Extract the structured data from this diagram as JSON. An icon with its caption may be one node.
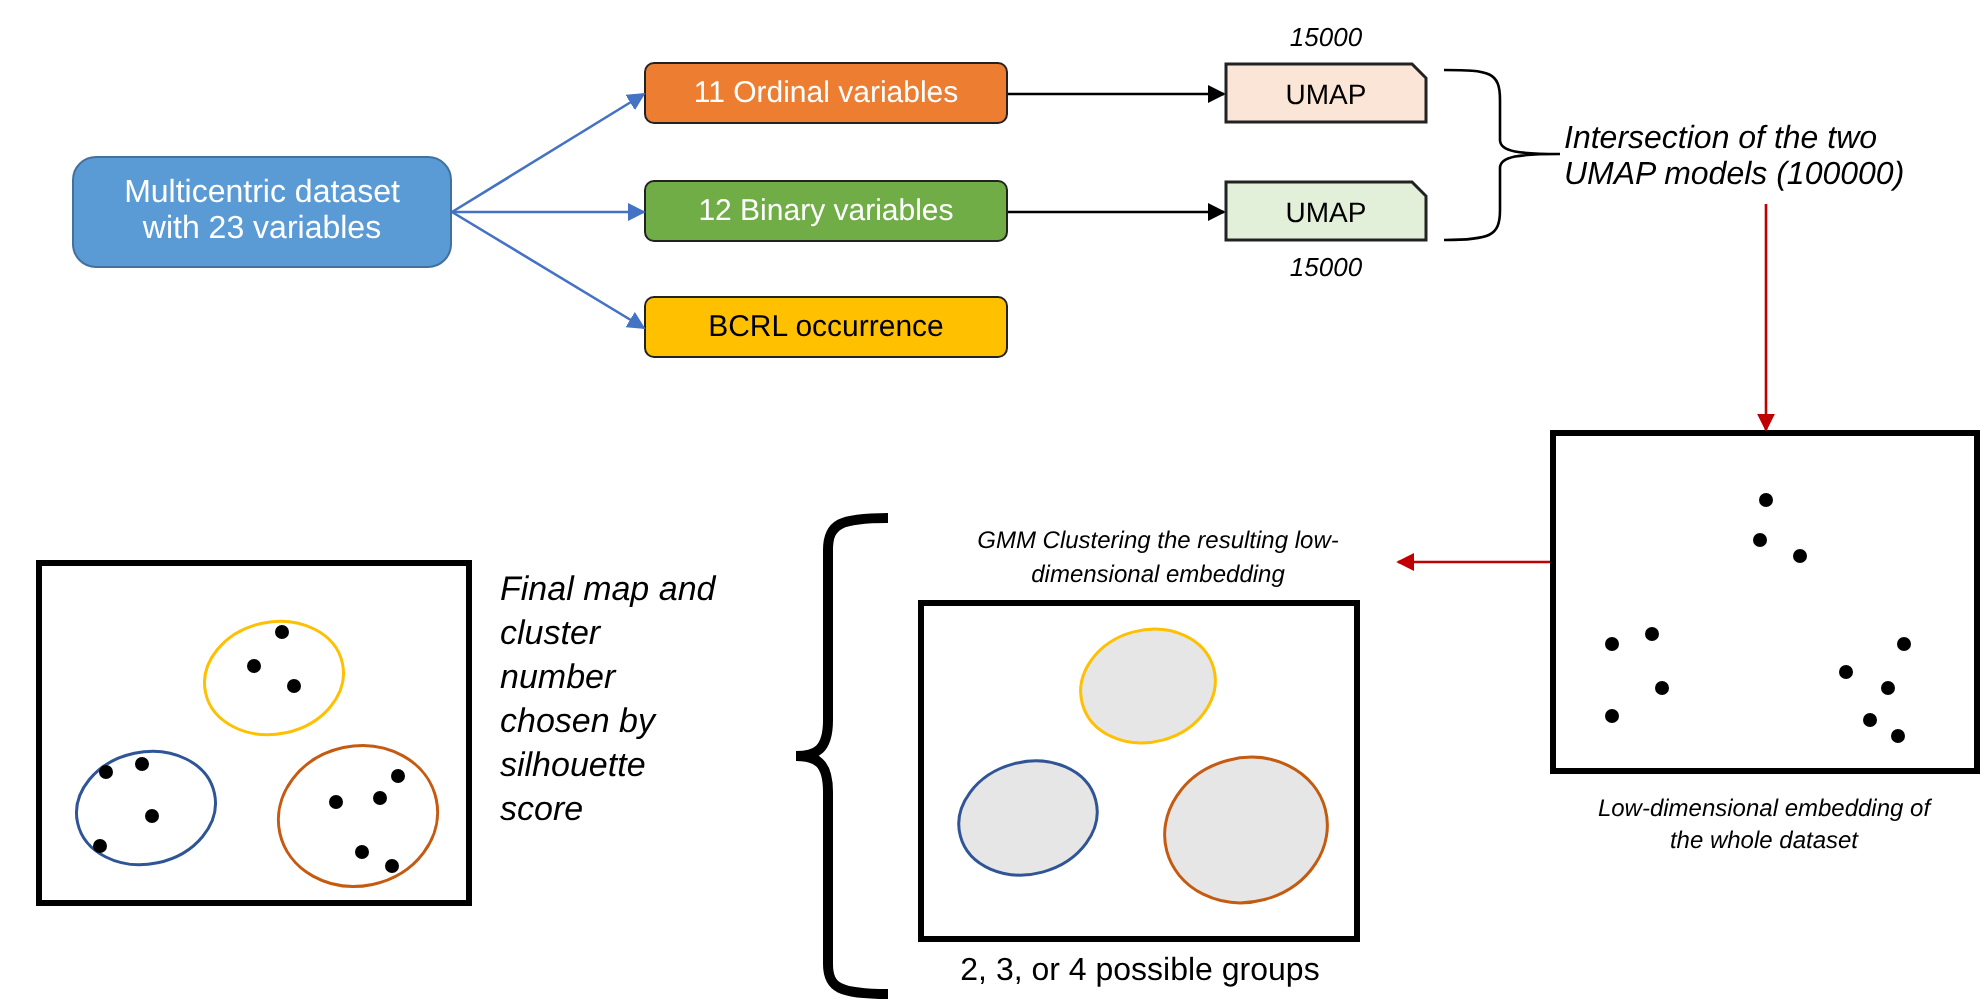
{
  "diagram": {
    "nodes": [
      {
        "text": [
          "Multicentric dataset with 23 variables"
        ]
      },
      {
        "text": [
          "11 Ordinal variables"
        ]
      },
      {
        "text": [
          "12 Binary variables"
        ]
      },
      {
        "text": [
          "BCRL occurrence"
        ]
      },
      {
        "text": [
          "UMAP"
        ],
        "beside": [
          "15000"
        ]
      },
      {
        "text": [
          "UMAP"
        ],
        "beside": [
          "15000"
        ]
      },
      {
        "text": [
          "Intersection of the two UMAP models (100000)"
        ]
      },
      {
        "text": [],
        "shape": "box",
        "beside": [
          "Low-dimensional embedding of the whole dataset"
        ]
      },
      {
        "text": [
          "GMM Clustering the resulting low-dimensional embedding"
        ],
        "beside": [
          "2, 3, or 4 possible groups"
        ]
      },
      {
        "text": [],
        "shape": "box",
        "beside": [
          "Final map and cluster number chosen by silhouette score"
        ]
      }
    ],
    "edges": [
      {
        "from": 0,
        "to": 1,
        "arrow": "to",
        "color": "#4472c4"
      },
      {
        "from": 0,
        "to": 2,
        "arrow": "to",
        "color": "#4472c4"
      },
      {
        "from": 0,
        "to": 3,
        "arrow": "to",
        "color": "#4472c4"
      },
      {
        "from": 1,
        "to": 4,
        "arrow": "to",
        "color": "#000000"
      },
      {
        "from": 2,
        "to": 5,
        "arrow": "to",
        "color": "#000000"
      },
      {
        "from": 6,
        "to": 7,
        "arrow": "to",
        "color": "#c00000"
      },
      {
        "from": 7,
        "to": 8,
        "arrow": "to",
        "color": "#c00000"
      }
    ]
  }
}
